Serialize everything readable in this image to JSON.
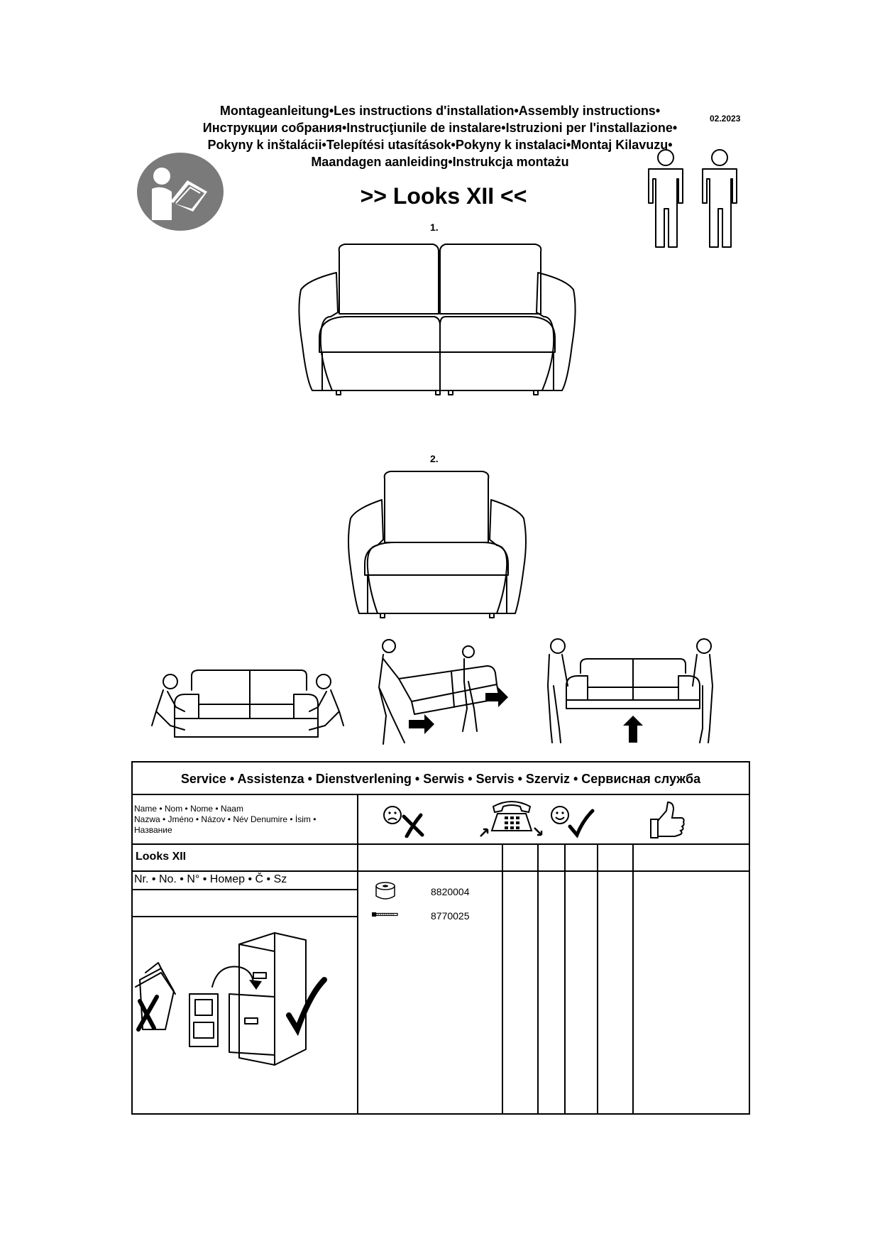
{
  "header": {
    "lines": [
      "Montageanleitung•Les instructions d'installation•Assembly instructions•",
      "Инструкции собрания•Instrucţiunile de instalare•Istruzioni per l'installazione•",
      "Pokyny k inštalácii•Telepítési utasítások•Pokyny k instalaci•Montaj Kilavuzu•",
      "Maandagen aanleiding•Instrukcja montażu"
    ],
    "date": "02.2023",
    "product_title": ">> Looks XII <<"
  },
  "steps": {
    "step1": "1.",
    "step2": "2."
  },
  "service": {
    "title": "Service • Assistenza • Dienstverlening • Serwis • Servis • Szerviz • Сервисная служба",
    "name_label_line1": "Name • Nom • Nome • Naam",
    "name_label_line2": "Nazwa • Jméno • Názov • Név Denumire • İsim •",
    "name_label_line3": "Название",
    "product_name": "Looks XII",
    "number_label": "Nr. • No. • N° • Номер • Č • Sz",
    "parts": [
      {
        "icon": "washer-roll-icon",
        "number": "8820004"
      },
      {
        "icon": "bolt-icon",
        "number": "8770025"
      }
    ]
  }
}
